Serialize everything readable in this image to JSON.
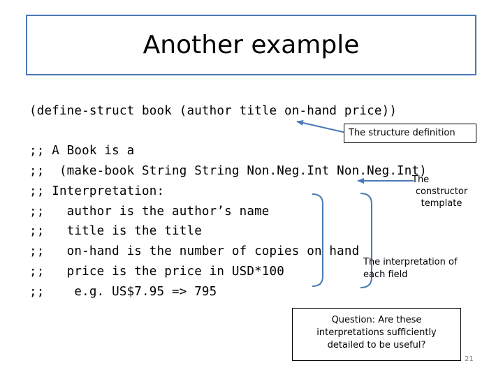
{
  "slide": {
    "title": "Another example",
    "page_number": "21"
  },
  "code": {
    "definition": "(define-struct book (author title on-hand price))",
    "lines": [
      ";; A Book is a",
      ";;  (make-book String String Non.Neg.Int Non.Neg.Int)",
      ";; Interpretation:",
      ";;   author is the author’s name",
      ";;   title is the title",
      ";;   on-hand is the number of copies on hand",
      ";;   price is the price in USD*100",
      ";;    e.g. US$7.95 => 795"
    ]
  },
  "callouts": {
    "structure_definition": "The structure definition",
    "constructor_template": [
      "The",
      "constructor",
      "template"
    ],
    "interpretation": [
      "The interpretation of",
      "each field"
    ],
    "question": [
      "Question: Are these",
      "interpretations sufficiently",
      "detailed to be useful?"
    ]
  },
  "colors": {
    "accent": "#4a7ab5",
    "arrow": "#4a7ab5"
  }
}
